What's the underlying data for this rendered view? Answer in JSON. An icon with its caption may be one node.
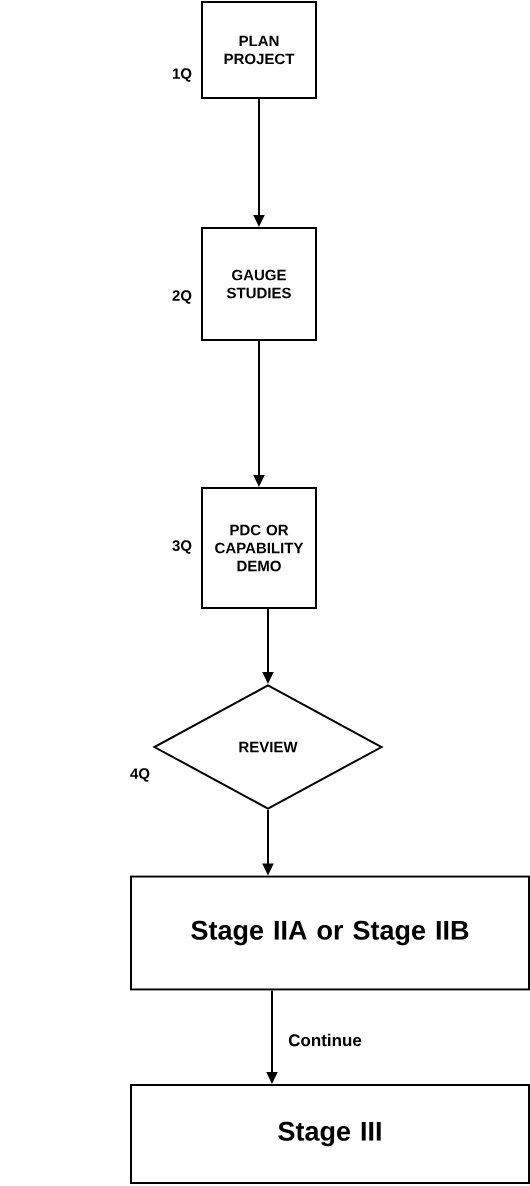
{
  "diagram": {
    "nodes": [
      {
        "text": [
          "PLAN PROJECT"
        ],
        "beside": [
          "1Q"
        ]
      },
      {
        "text": [
          "GAUGE STUDIES"
        ],
        "beside": [
          "2Q"
        ]
      },
      {
        "text": [
          "PDC OR CAPABILITY DEMO"
        ],
        "beside": [
          "3Q"
        ]
      },
      {
        "text": [
          "REVIEW"
        ],
        "beside": [
          "4Q"
        ]
      },
      {
        "text": [
          "Stage IIA or Stage IIB"
        ]
      },
      {
        "text": [
          "Stage III"
        ]
      }
    ],
    "edges": [
      {
        "from": 0,
        "to": 1,
        "arrow": "to"
      },
      {
        "from": 1,
        "to": 2,
        "arrow": "to"
      },
      {
        "from": 2,
        "to": 3,
        "arrow": "to"
      },
      {
        "from": 3,
        "to": 4,
        "arrow": "to"
      },
      {
        "from": 4,
        "to": 5,
        "arrow": "to",
        "label": "Continue"
      }
    ]
  }
}
